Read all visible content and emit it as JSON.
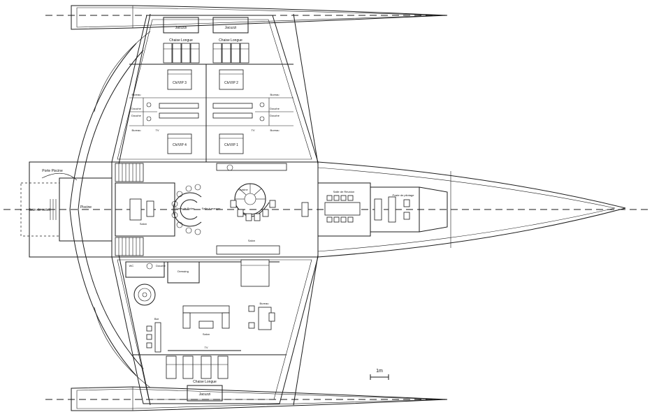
{
  "labels": {
    "jacuzzi": "Jacuzzi",
    "chaise_longue": "Chaise Longue",
    "cabin_vip_3": "Ch/VIP 3",
    "cabin_vip_2": "Ch/VIP 2",
    "cabin_vip_4": "Ch/VIP 4",
    "cabin_vip_1": "Ch/VIP 1",
    "bureau": "Bureau",
    "douche": "Douche",
    "wc": "WC",
    "tv": "TV",
    "porte_piscine": "Porte Piscine",
    "bain_de_soleil": "bain de soleil",
    "piscine": "Piscine",
    "salon": "Salon",
    "salle_a_manger": "Salle à manger",
    "table_de_poker": "Table de Poker",
    "cuisine": "Cuisine",
    "salle_de_reunion": "Salle de Réunion",
    "poste_de_pilotage": "Poste de pilotage",
    "dressing": "Dressing",
    "bar": "Bar",
    "scale": "1m"
  }
}
